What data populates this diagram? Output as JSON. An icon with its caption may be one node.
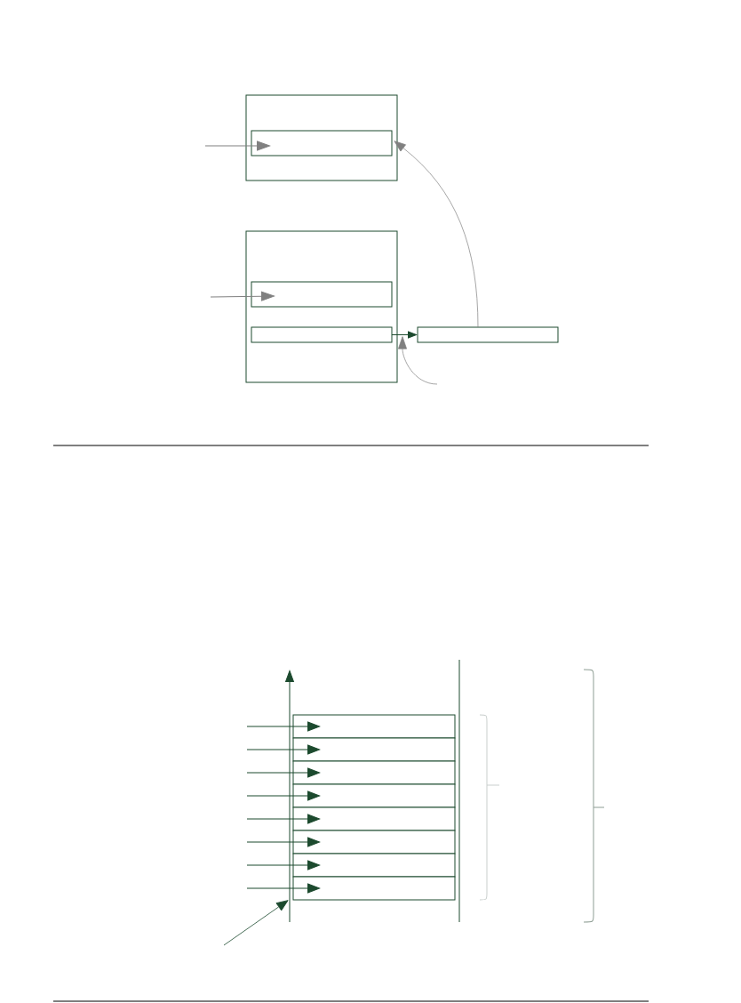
{
  "diagram": {
    "nodes": [
      {
        "text": [],
        "shape": "box"
      },
      {
        "text": [],
        "shape": "box",
        "in": 0
      },
      {
        "text": [],
        "shape": "box"
      },
      {
        "text": [],
        "shape": "box",
        "in": 2
      },
      {
        "text": [],
        "shape": "box",
        "in": 2
      },
      {
        "text": [],
        "shape": "box"
      },
      {
        "text": [],
        "shape": "box"
      },
      {
        "text": [],
        "shape": "box"
      },
      {
        "text": [],
        "shape": "box"
      },
      {
        "text": [],
        "shape": "box"
      },
      {
        "text": [],
        "shape": "box"
      },
      {
        "text": [],
        "shape": "box"
      },
      {
        "text": [],
        "shape": "box"
      },
      {
        "text": [],
        "shape": "box"
      }
    ],
    "edges": [
      {
        "from": null,
        "to": 1,
        "arrow": "to",
        "color": "#808080"
      },
      {
        "from": null,
        "to": 3,
        "arrow": "to",
        "color": "#808080"
      },
      {
        "from": 4,
        "to": 5,
        "arrow": "to"
      },
      {
        "from": 5,
        "to": 1,
        "arrow": "to",
        "color": "#808080"
      },
      {
        "from": null,
        "to": 4,
        "arrow": "to",
        "color": "#808080"
      },
      {
        "from": null,
        "to": 6,
        "arrow": "to"
      },
      {
        "from": null,
        "to": 7,
        "arrow": "to"
      },
      {
        "from": null,
        "to": 8,
        "arrow": "to"
      },
      {
        "from": null,
        "to": 9,
        "arrow": "to"
      },
      {
        "from": null,
        "to": 10,
        "arrow": "to"
      },
      {
        "from": null,
        "to": 11,
        "arrow": "to"
      },
      {
        "from": null,
        "to": 12,
        "arrow": "to"
      },
      {
        "from": null,
        "to": 13,
        "arrow": "to"
      },
      {
        "from": null,
        "to": 13,
        "arrow": "to"
      }
    ]
  }
}
